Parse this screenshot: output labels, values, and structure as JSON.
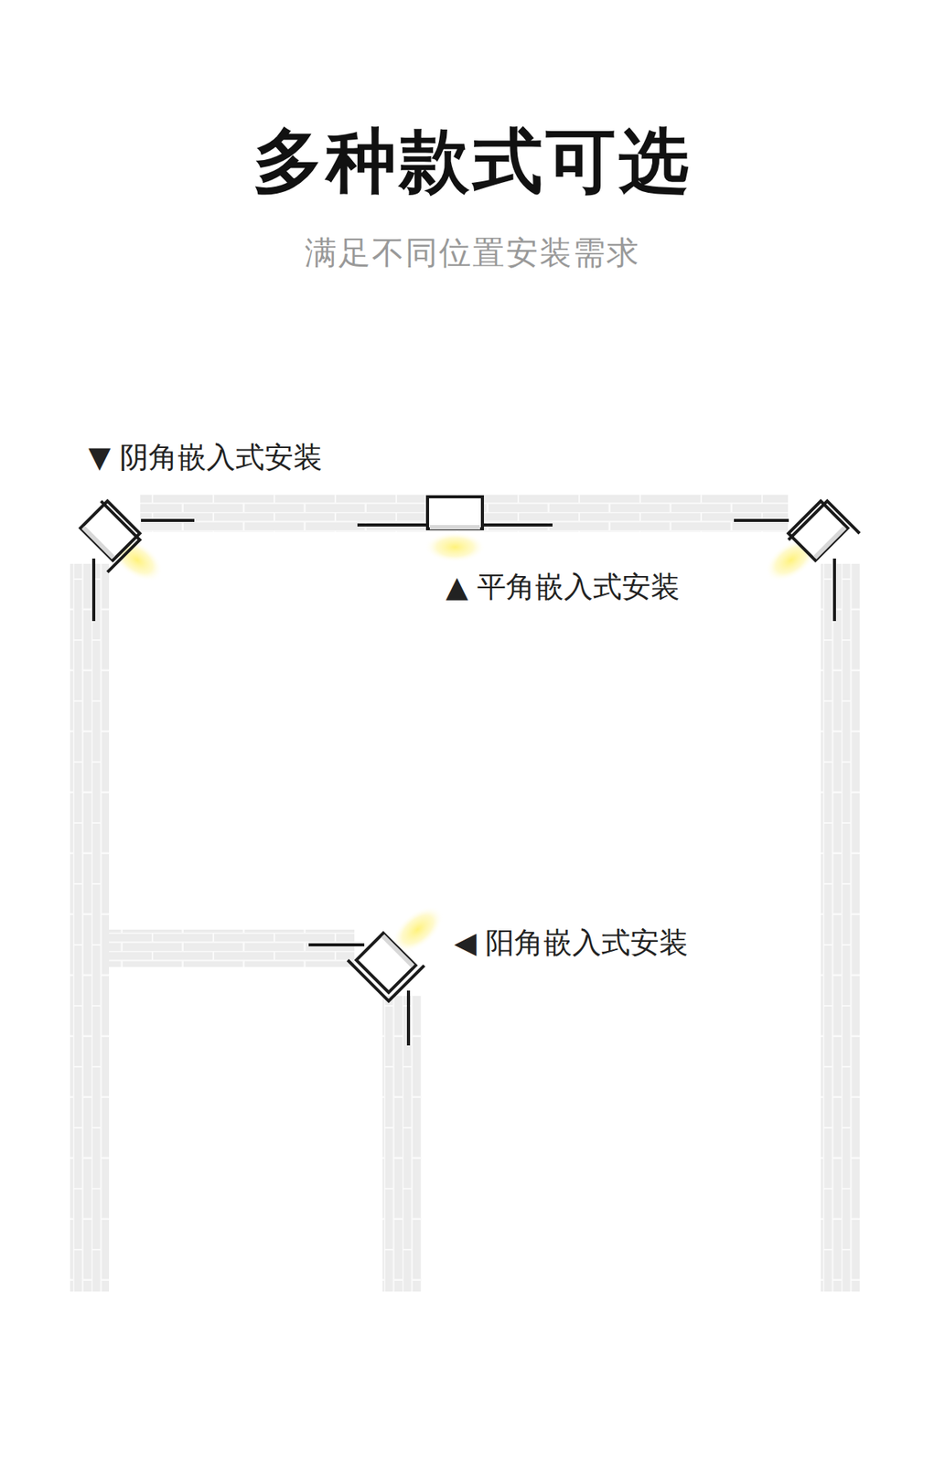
{
  "diagram": {
    "title": "多种款式可选",
    "caption": "满足不同位置安装需求",
    "labels": [
      "▼ 阴角嵌入式安装",
      "▲ 平角嵌入式安装",
      "◀ 阳角嵌入式安装"
    ]
  }
}
